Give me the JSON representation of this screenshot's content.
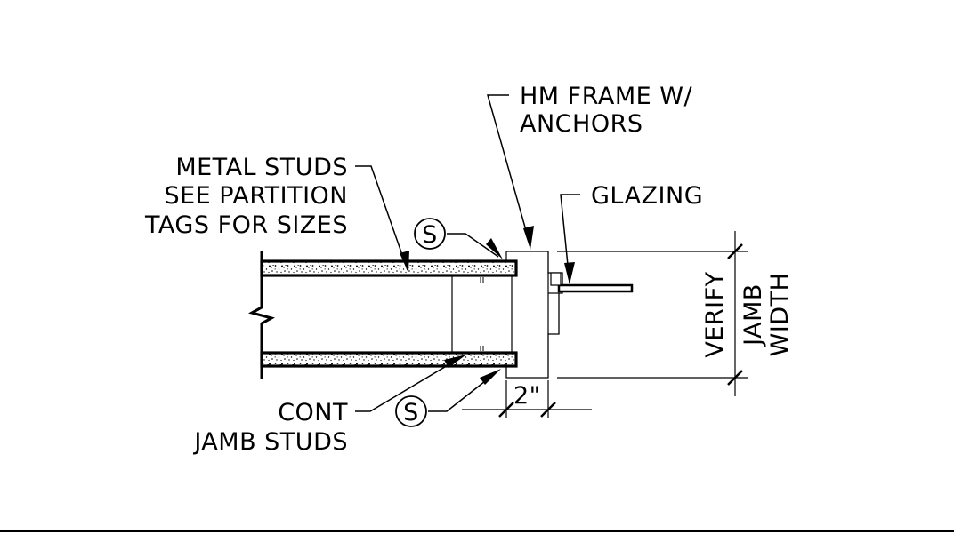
{
  "labels": {
    "hm_frame_line1": "HM FRAME W/",
    "hm_frame_line2": "ANCHORS",
    "metal_studs_line1": "METAL STUDS",
    "metal_studs_line2": "SEE PARTITION",
    "metal_studs_line3": "TAGS FOR SIZES",
    "glazing": "GLAZING",
    "cont_line1": "CONT",
    "cont_line2": "JAMB STUDS",
    "verify": "VERIFY",
    "jamb": "JAMB",
    "width": "WIDTH",
    "dimension_2in": "2\""
  },
  "tags": {
    "tag_top": "S",
    "tag_bottom": "S"
  }
}
